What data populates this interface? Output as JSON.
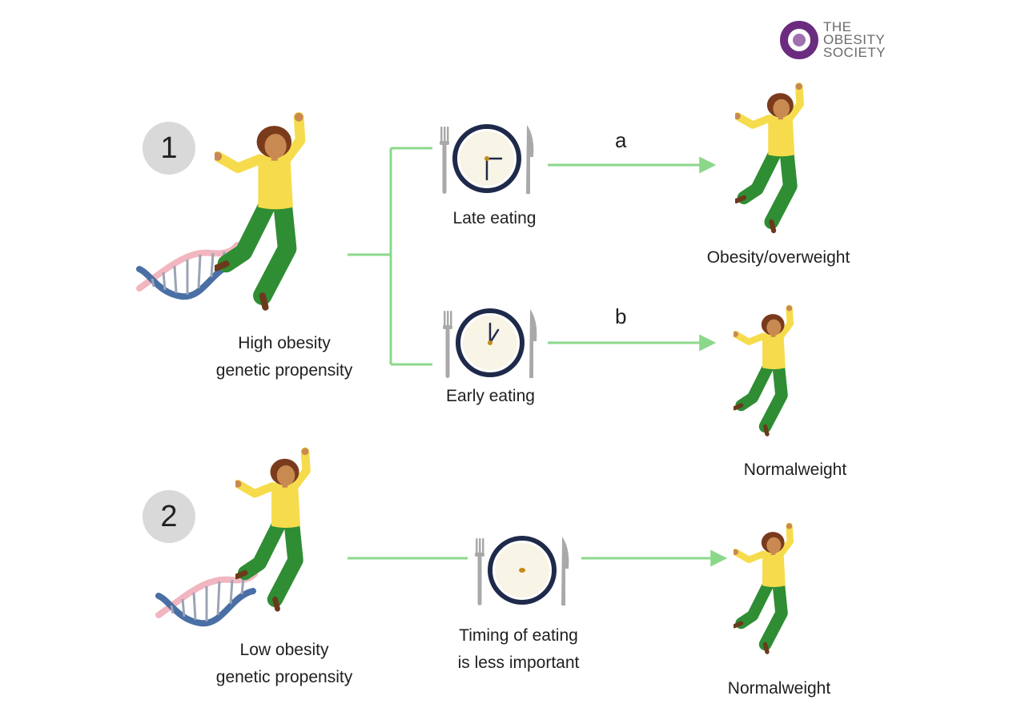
{
  "logo": {
    "lines": [
      "THE",
      "OBESITY",
      "SOCIETY"
    ],
    "color": "#6b2c7f"
  },
  "colors": {
    "connector": "#8bd88b",
    "shirt": "#f6dc4d",
    "pants": "#2f8d34",
    "skin": "#c98a52",
    "hair": "#7a3b1d",
    "clock_rim": "#1f2a4a"
  },
  "scenario_1": {
    "number": "1",
    "propensity_label": [
      "High obesity",
      "genetic propensity"
    ],
    "late": {
      "label": "Late eating",
      "path_letter": "a",
      "outcome": "Obesity/overweight"
    },
    "early": {
      "label": "Early eating",
      "path_letter": "b",
      "outcome": "Normalweight"
    }
  },
  "scenario_2": {
    "number": "2",
    "propensity_label": [
      "Low obesity",
      "genetic propensity"
    ],
    "timing_label": [
      "Timing of eating",
      "is less important"
    ],
    "outcome": "Normalweight"
  }
}
